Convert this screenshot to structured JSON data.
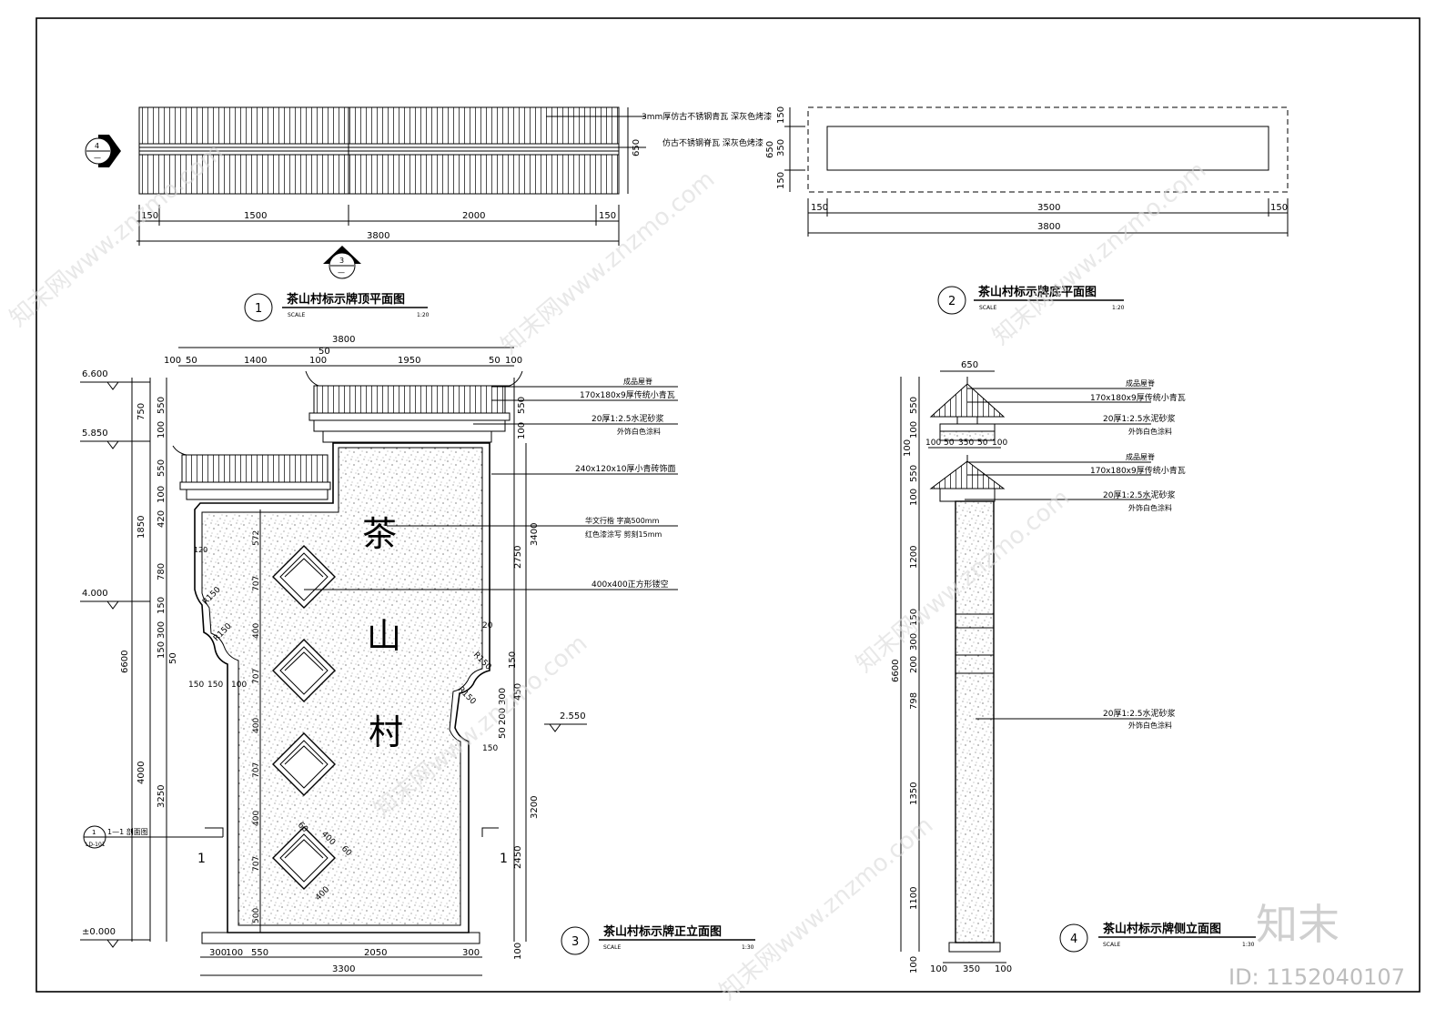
{
  "drawings": {
    "top_plan": {
      "number": "1",
      "title": "茶山村标示牌顶平面图",
      "scale_label": "SCALE",
      "scale": "1:20",
      "dims_bottom": [
        "150",
        "1500",
        "2000",
        "150"
      ],
      "dim_total": "3800",
      "dim_right": "650",
      "callouts": [
        "3mm厚仿古不锈钢青瓦  深灰色烤漆",
        "仿古不锈钢脊瓦  深灰色烤漆"
      ],
      "section_marks": [
        {
          "top": "4",
          "bottom": "—"
        },
        {
          "top": "3",
          "bottom": "—"
        }
      ]
    },
    "bottom_plan": {
      "number": "2",
      "title": "茶山村标示牌底平面图",
      "scale_label": "SCALE",
      "scale": "1:20",
      "dims_bottom": [
        "150",
        "3500",
        "150"
      ],
      "dim_total": "3800",
      "dims_left": [
        "150",
        "350",
        "150"
      ],
      "dim_left_total": "650"
    },
    "front_elevation": {
      "number": "3",
      "title": "茶山村标示牌正立面图",
      "scale_label": "SCALE",
      "scale": "1:30",
      "sign_chars": [
        "茶",
        "山",
        "村"
      ],
      "levels": [
        "6.600",
        "5.850",
        "4.000",
        "±0.000",
        "2.550"
      ],
      "dims_top": [
        "3800",
        "50",
        "100",
        "50",
        "1400",
        "100",
        "1950",
        "50",
        "100"
      ],
      "dims_left_outer": [
        "750",
        "1850",
        "6600",
        "4000"
      ],
      "dims_left_inner": [
        "550",
        "100",
        "550",
        "100",
        "420",
        "780",
        "150",
        "300",
        "150",
        "3250",
        "50"
      ],
      "dims_right": [
        "550",
        "100",
        "3400",
        "2750",
        "150",
        "300",
        "450",
        "200",
        "50",
        "3200",
        "2450",
        "100"
      ],
      "dims_inner": [
        "572",
        "707",
        "400",
        "707",
        "400",
        "707",
        "400",
        "707",
        "500",
        "120",
        "R150",
        "R150",
        "R150",
        "R150",
        "150",
        "150",
        "100",
        "20",
        "150",
        "60",
        "400",
        "60",
        "400"
      ],
      "dims_bottom": [
        "300",
        "100",
        "550",
        "2050",
        "300"
      ],
      "dim_bottom_total": "3300",
      "callouts": [
        "成品屋脊",
        "170x180x9厚传统小青瓦",
        "20厚1:2.5水泥砂浆",
        "外饰白色涂料",
        "240x120x10厚小青砖饰面",
        "华文行楷  字高500mm",
        "红色漆涂写  剪刻15mm",
        "400x400正方形镂空"
      ],
      "section_label": "1—1 剖面图",
      "section_ref": {
        "top": "1",
        "bottom": "LD-101"
      },
      "cut_marks": [
        "1",
        "1"
      ]
    },
    "side_elevation": {
      "number": "4",
      "title": "茶山村标示牌侧立面图",
      "scale_label": "SCALE",
      "scale": "1:30",
      "dims_top": [
        "650",
        "100",
        "50",
        "350",
        "50",
        "100"
      ],
      "dims_left": [
        "550",
        "100",
        "100",
        "550",
        "100",
        "1200",
        "150",
        "300",
        "200",
        "798",
        "1350",
        "1100",
        "6600",
        "100"
      ],
      "dims_bottom": [
        "100",
        "350",
        "100"
      ],
      "callouts": [
        "成品屋脊",
        "170x180x9厚传统小青瓦",
        "20厚1:2.5水泥砂浆",
        "外饰白色涂料",
        "成品屋脊",
        "170x180x9厚传统小青瓦",
        "20厚1:2.5水泥砂浆",
        "外饰白色涂料",
        "20厚1:2.5水泥砂浆",
        "外饰白色涂料"
      ]
    }
  },
  "watermark": {
    "logo": "知末",
    "id": "ID: 1152040107",
    "text": "知末网www.znzmo.com"
  }
}
